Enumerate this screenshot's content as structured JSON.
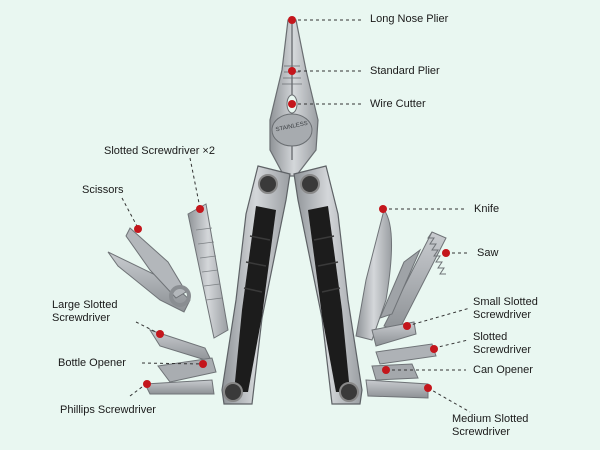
{
  "colors": {
    "background": "#e9f7f1",
    "marker": "#c4161c",
    "leader": "#333333",
    "steel": "#b8bcc0",
    "steel_dark": "#8a8e92",
    "grip": "#1c1c1c"
  },
  "imprint": "STAINLESS",
  "labels": {
    "long_nose_plier": "Long Nose Plier",
    "standard_plier": "Standard Plier",
    "wire_cutter": "Wire Cutter",
    "slotted_screwdriver_x2": "Slotted Screwdriver  ×2",
    "scissors": "Scissors",
    "knife": "Knife",
    "saw": "Saw",
    "large_slotted_screwdriver": "Large Slotted\nScrewdriver",
    "small_slotted_screwdriver": "Small Slotted\nScrewdriver",
    "slotted_screwdriver": "Slotted\nScrewdriver",
    "bottle_opener": "Bottle Opener",
    "can_opener": "Can Opener",
    "phillips_screwdriver": "Phillips Screwdriver",
    "medium_slotted_screwdriver": "Medium Slotted\nScrewdriver"
  }
}
